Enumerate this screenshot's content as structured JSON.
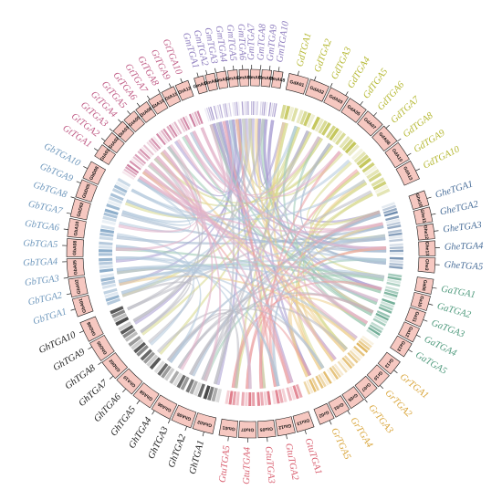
{
  "groups": [
    {
      "name": "Gm",
      "color": "#8c7bbd",
      "ribbon": "#a89cd2",
      "genes": [
        "GmTGA1",
        "GmTGA2",
        "GmTGA3",
        "GmTGA4",
        "GmTGA5",
        "GmTGA6",
        "GmTGA7",
        "GmTGA8",
        "GmTGA9",
        "GmTGA10"
      ],
      "chrs": [
        "GmA10",
        "GmA11",
        "GmA12",
        "GmA13",
        "GmA02",
        "GmA03",
        "GmA05",
        "GmA08"
      ]
    },
    {
      "name": "Gd",
      "color": "#b5b832",
      "ribbon": "#d7d88c",
      "genes": [
        "GdTGA1",
        "GdTGA2",
        "GdTGA3",
        "GdTGA4",
        "GdTGA5",
        "GdTGA6",
        "GdTGA7",
        "GdTGA8",
        "GdTGA9",
        "GdTGA10"
      ],
      "chrs": [
        "GdA01",
        "GdA02",
        "GdA03",
        "GdA05",
        "GdA07",
        "GdA08",
        "GdA10",
        "GdA13"
      ]
    },
    {
      "name": "Ghe",
      "color": "#4a6f9a",
      "ribbon": "#9fb4cc",
      "genes": [
        "GheTGA1",
        "GheTGA2",
        "GheTGA3",
        "GheTGA4",
        "GheTGA5"
      ],
      "chrs": [
        "Ghe10",
        "Ghe11",
        "Ghe12",
        "Ghe13",
        "Ghe3"
      ]
    },
    {
      "name": "Ga",
      "color": "#4f9a7d",
      "ribbon": "#9ecab5",
      "genes": [
        "GaTGA1",
        "GaTGA2",
        "GaTGA3",
        "GaTGA4",
        "GaTGA5"
      ],
      "chrs": [
        "Ga06",
        "Ga10",
        "Ga11",
        "Ga12",
        "Ga13"
      ]
    },
    {
      "name": "Gr",
      "color": "#d9a53a",
      "ribbon": "#efcf8f",
      "genes": [
        "GrTGA1",
        "GrTGA2",
        "GrTGA3",
        "GrTGA4",
        "GrTGA5"
      ],
      "chrs": [
        "Gr13",
        "Gr10",
        "Gr07",
        "Gr05",
        "Gr01",
        "Gr02"
      ]
    },
    {
      "name": "Gtu",
      "color": "#d85c6d",
      "ribbon": "#eba0a3",
      "genes": [
        "GtuTGA1",
        "GtuTGA2",
        "GtuTGA3",
        "GtuTGA4",
        "GtuTGA5"
      ],
      "chrs": [
        "Gtu13",
        "Gtu12",
        "Gtu05",
        "Gtu07",
        "Gtu01"
      ]
    },
    {
      "name": "Gh",
      "color": "#1a1a1a",
      "ribbon": "#b9b9c2",
      "genes": [
        "GhTGA1",
        "GhTGA2",
        "GhTGA3",
        "GhTGA4",
        "GhTGA5",
        "GhTGA6",
        "GhTGA7",
        "GhTGA8",
        "GhTGA9",
        "GhTGA10"
      ],
      "chrs": [
        "GhA02",
        "GhA05",
        "GhA06",
        "GhA08",
        "GhA10",
        "GhD02",
        "GhD05",
        "GhD08"
      ]
    },
    {
      "name": "Gb",
      "color": "#6f98bd",
      "ribbon": "#b3c8dc",
      "genes": [
        "GbTGA1",
        "GbTGA2",
        "GbTGA3",
        "GbTGA4",
        "GbTGA5",
        "GbTGA6",
        "GbTGA7",
        "GbTGA8",
        "GbTGA9",
        "GbTGA10"
      ],
      "chrs": [
        "GbA01",
        "GbA02",
        "GbA05",
        "GbA08",
        "GbA10",
        "GbD02",
        "GbD05",
        "GbD08"
      ]
    },
    {
      "name": "Gt",
      "color": "#c05c86",
      "ribbon": "#e2b0c8",
      "genes": [
        "GtTGA1",
        "GtTGA2",
        "GtTGA3",
        "GtTGA4",
        "GtTGA5",
        "GtTGA6",
        "GtTGA7",
        "GtTGA8",
        "GtTGA9",
        "GtTGA10"
      ],
      "chrs": [
        "GtA01",
        "GtA02",
        "GtA03",
        "GtA05",
        "GtA08",
        "GtA10",
        "GtA11",
        "GtA12"
      ]
    }
  ],
  "colors": {
    "block_fill": "#f6c8c1",
    "block_stroke": "#1a1a1a",
    "tick_stroke": "#222222"
  }
}
